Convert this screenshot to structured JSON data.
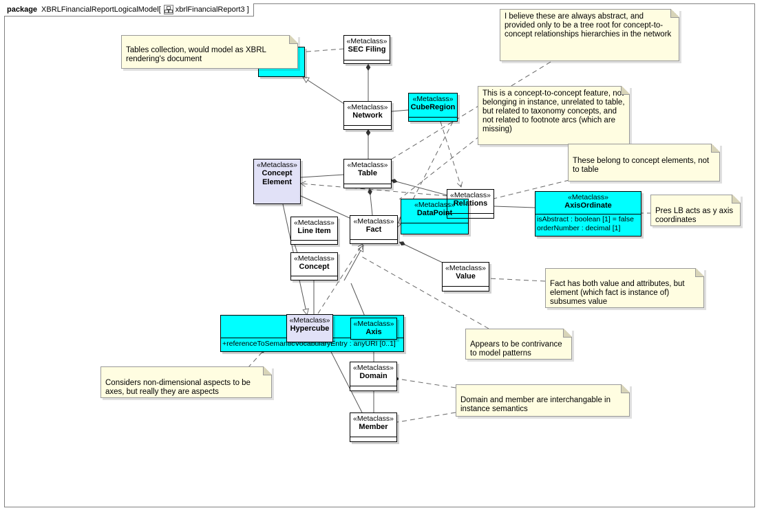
{
  "package": {
    "keyword": "package",
    "name": "XBRLFinancialReportLogicalModel",
    "bracket_open": "[",
    "diagram_name": "xbrlFinancialReport3",
    "bracket_close": "]",
    "diagram_icon": "class-diagram-icon"
  },
  "stereotype": "«Metaclass»",
  "classes": {
    "sec_filing": {
      "name": "SEC Filing"
    },
    "network": {
      "name": "Network"
    },
    "cube_region": {
      "name": "CubeRegion"
    },
    "table": {
      "name": "Table"
    },
    "concept_element": {
      "name": "Concept Element"
    },
    "relations": {
      "name": "Relations"
    },
    "data_point": {
      "name": "DataPoint"
    },
    "axis_ordinate": {
      "name": "AxisOrdinate",
      "attr1": "isAbstract : boolean [1] = false",
      "attr2": "orderNumber : decimal [1]"
    },
    "line_item": {
      "name": "Line Item"
    },
    "fact": {
      "name": "Fact"
    },
    "concept": {
      "name": "Concept"
    },
    "value": {
      "name": "Value"
    },
    "hypercube": {
      "name": "Hypercube"
    },
    "axis": {
      "name": "Axis"
    },
    "axis_container_attr": "+referenceToSemanticVocabularyEntry : anyURI [0..1]",
    "domain": {
      "name": "Domain"
    },
    "member": {
      "name": "Member"
    }
  },
  "notes": {
    "tables": "Tables collection, would model as XBRL rendering's document",
    "abstract": "I believe these are always abstract, and provided only to be a tree root for concept-to-concept relationships hierarchies in the network",
    "concept_feature": "This is a concept-to-concept feature, not belonging in instance, unrelated to table, but related to taxonomy concepts, and not related to footnote arcs (which are missing)",
    "belong": "These belong to concept elements, not to table",
    "pres_lb": "Pres LB acts as y axis coordinates",
    "fact_value": "Fact has both value and attributes, but element (which fact is instance of) subsumes value",
    "contrivance": "Appears to be contrivance to model patterns",
    "non_dimensional": "Considers non-dimensional aspects to be axes, but really they are aspects",
    "domain_member": "Domain and member are interchangable in instance semantics"
  },
  "colors": {
    "cyan_class": "#00ffff",
    "lavender_class": "#e1e1f7",
    "note_fill": "#fffde1"
  }
}
